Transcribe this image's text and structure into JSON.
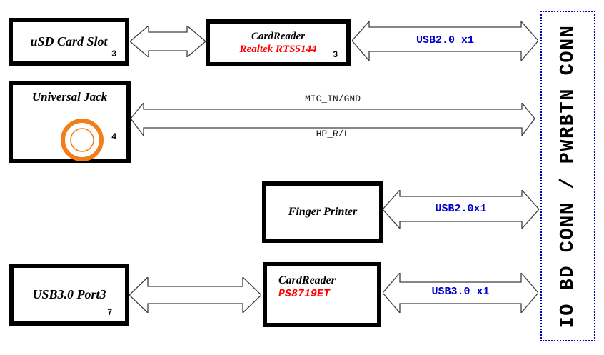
{
  "nodes": {
    "usd_card_slot": {
      "title": "uSD Card Slot",
      "badge": "3"
    },
    "cardreader_realtek": {
      "title": "CardReader",
      "chip": "Realtek RTS5144",
      "badge": "3"
    },
    "universal_jack": {
      "title": "Universal Jack",
      "badge": "4"
    },
    "finger_printer": {
      "title": "Finger Printer"
    },
    "usb3_port3": {
      "title": "USB3.0 Port3",
      "badge": "7"
    },
    "cardreader_parade": {
      "title": "CardReader",
      "chip": "PS8719ET"
    },
    "io_board": {
      "title": "IO BD CONN / PWRBTN CONN"
    }
  },
  "connections": {
    "usb2_x1": "USB2.0 x1",
    "mic_in_gnd": "MIC_IN/GND",
    "hp_r_l": "HP_R/L",
    "usb2_x1_fp": "USB2.0x1",
    "usb3_x1": "USB3.0 x1"
  },
  "colors": {
    "chip_red": "#ff0000",
    "bus_blue": "#0000cd",
    "dotted_blue": "#0000bb",
    "jack_orange": "#f07f1a",
    "box_black": "#000000"
  }
}
